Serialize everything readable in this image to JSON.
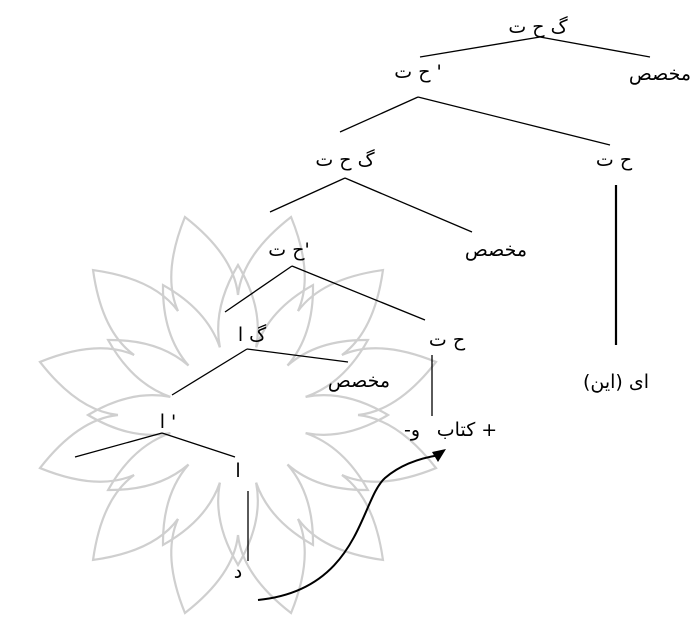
{
  "tree": {
    "labels": {
      "root_gp": "گ ح ت",
      "root_hbar": "ح ت '",
      "root_spec": "مخصص",
      "mid_gp": "گ ح ت",
      "mid_h": "ح ت",
      "mid_hbar": "ح ت'",
      "mid_spec": "مخصص",
      "low_gp": "گ ا",
      "low_h": "ح ت",
      "low_spec": "مخصص",
      "abar": "ا '",
      "affix": "-و",
      "kitab": "کتاب +",
      "a_head": "ا",
      "d_leaf": "د",
      "in_leaf": "ای (این)"
    }
  }
}
